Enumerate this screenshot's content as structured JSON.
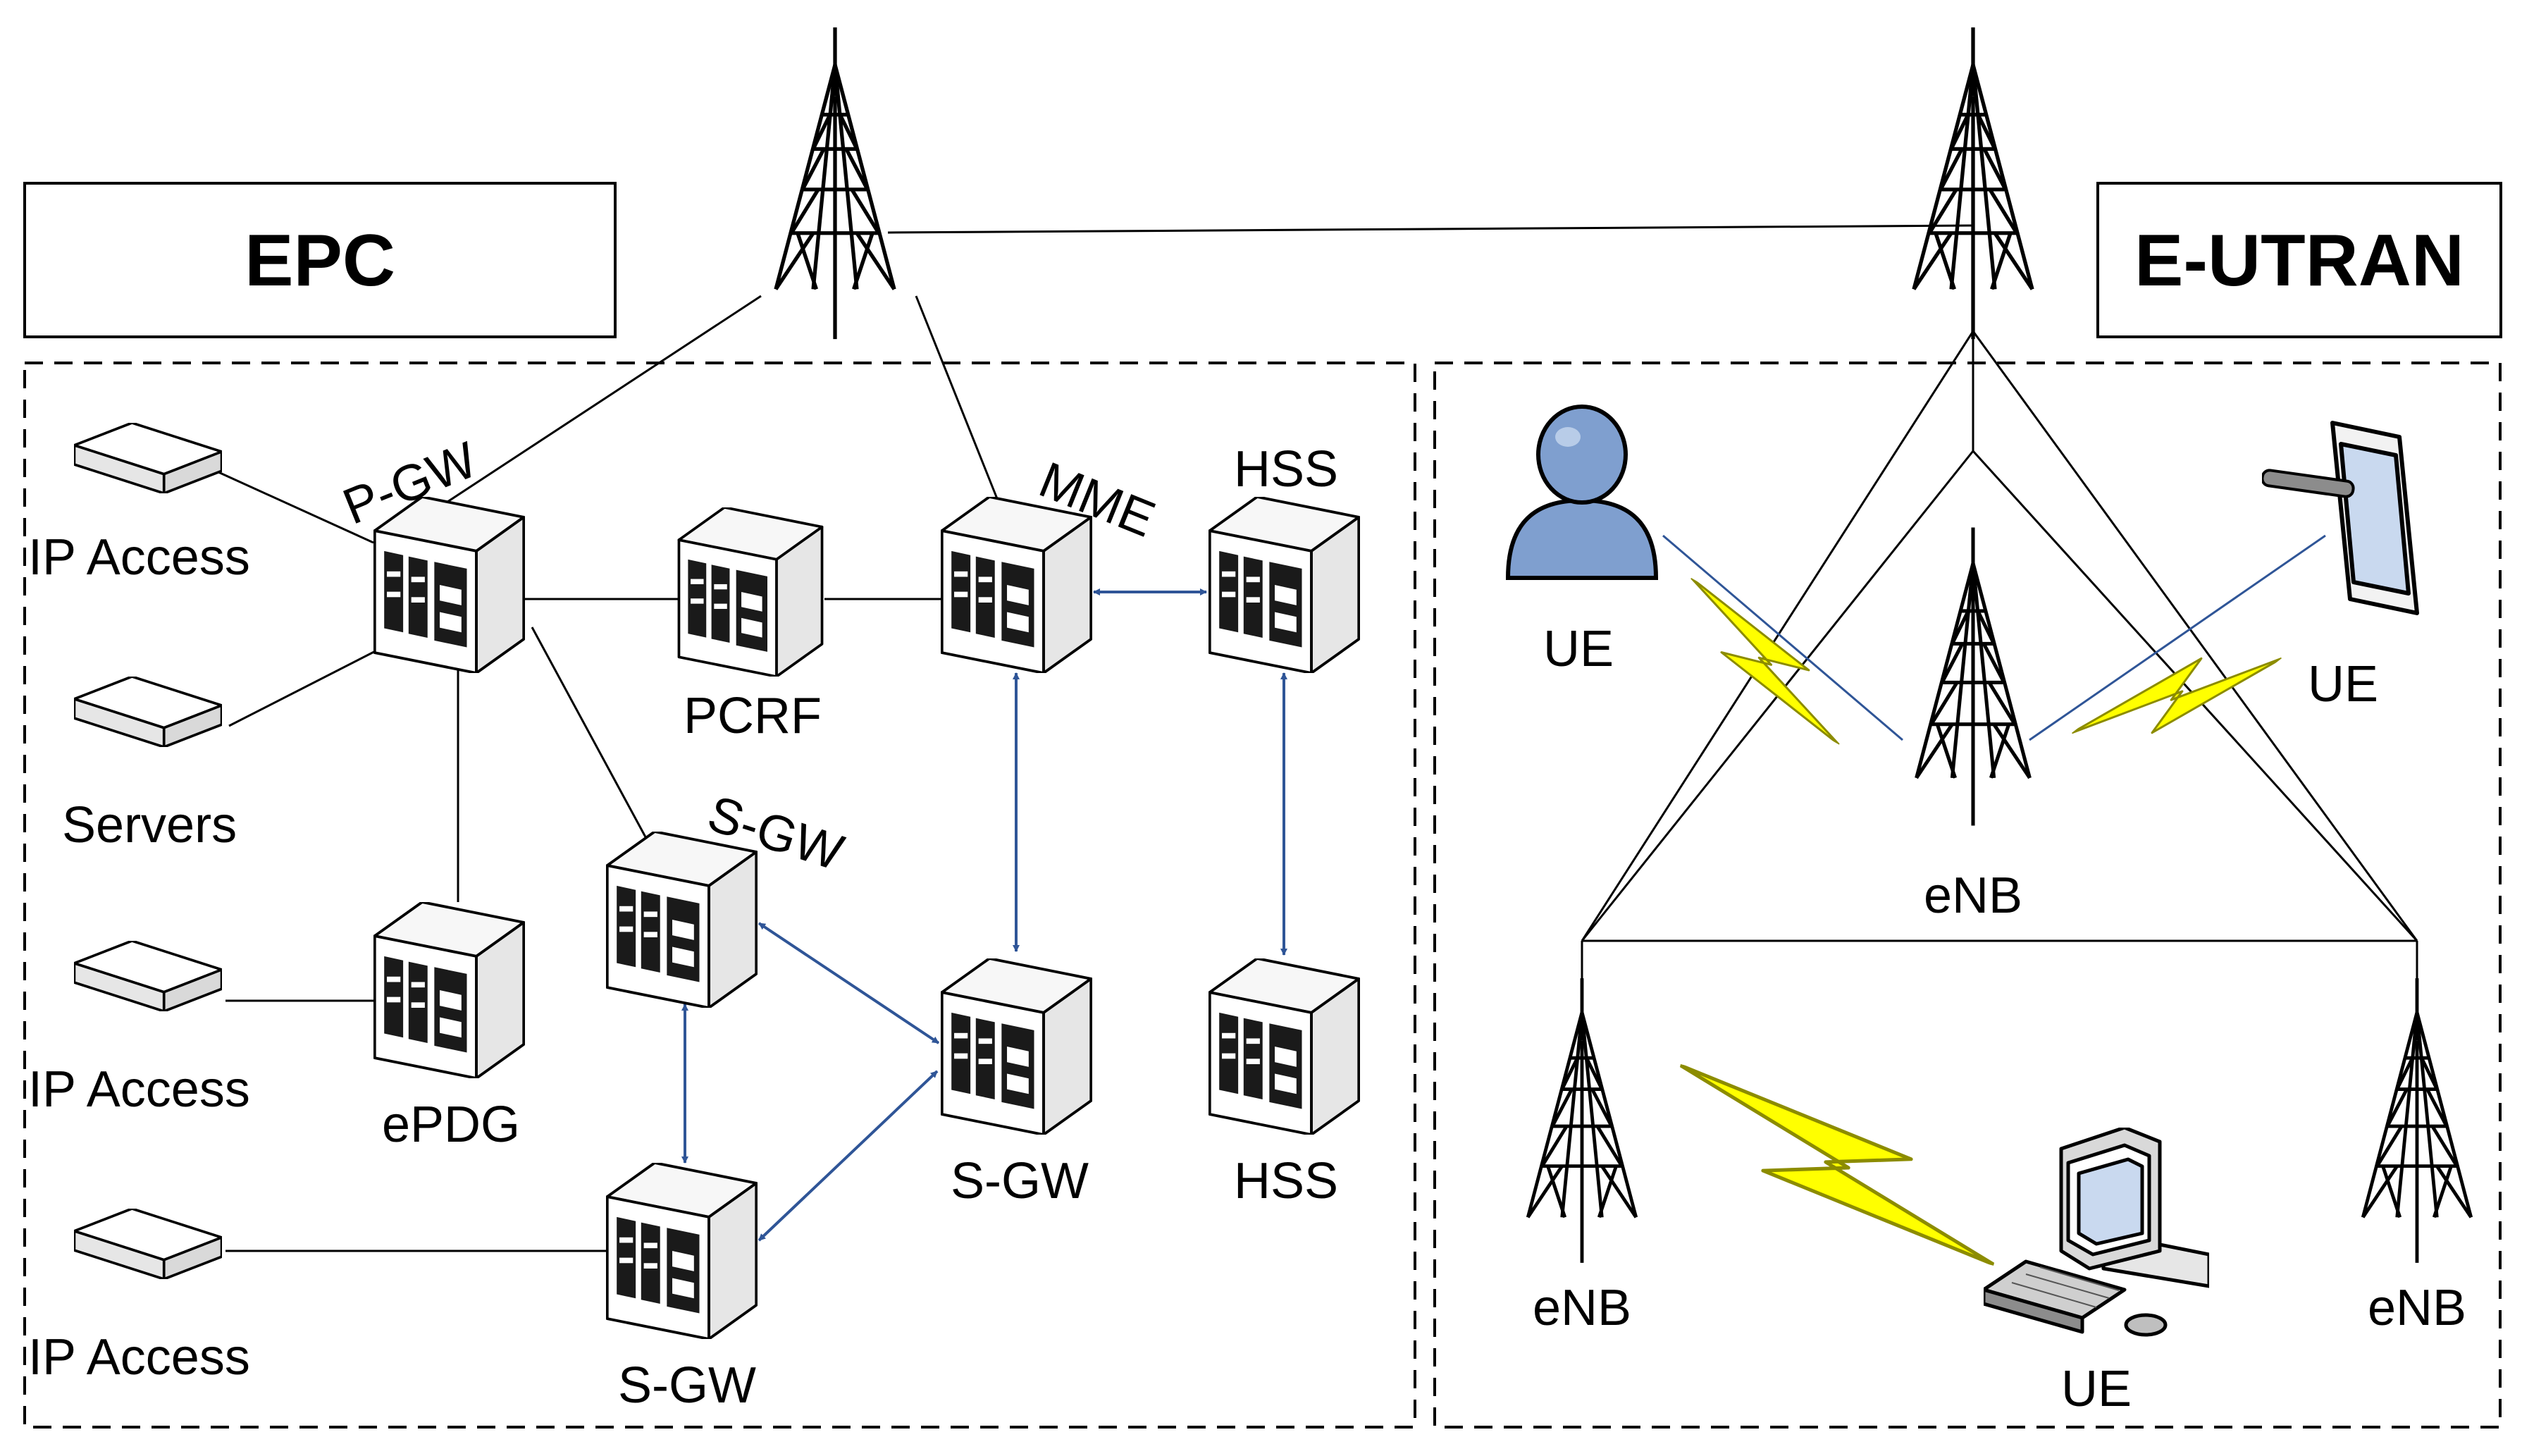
{
  "titles": {
    "epc": "EPC",
    "eutran": "E-UTRAN"
  },
  "epc_labels": {
    "ip_access_1": "IP Access",
    "servers": "Servers",
    "ip_access_2": "IP Access",
    "ip_access_3": "IP Access",
    "pgw": "P-GW",
    "pcrf": "PCRF",
    "mme": "MME",
    "hss_top": "HSS",
    "sgw_upper": "S-GW",
    "epdg": "ePDG",
    "sgw_middle": "S-GW",
    "hss_bottom": "HSS",
    "sgw_bottom": "S-GW"
  },
  "eutran_labels": {
    "ue_person": "UE",
    "ue_tablet": "UE",
    "enb_center": "eNB",
    "enb_left": "eNB",
    "enb_right": "eNB",
    "ue_computer": "UE"
  },
  "colors": {
    "link_blue": "#2f5597",
    "lightning": "#ffff00",
    "user_blue": "#7f9fcf",
    "server_face": "#ffffff",
    "server_side": "#e6e6e6",
    "server_top": "#f7f7f7"
  },
  "icons": {
    "tower": "radio-tower-icon",
    "server": "server-cube-icon",
    "access": "access-device-icon",
    "user": "user-icon",
    "tablet": "tablet-icon",
    "computer": "desktop-computer-icon",
    "radio_link": "lightning-icon"
  }
}
